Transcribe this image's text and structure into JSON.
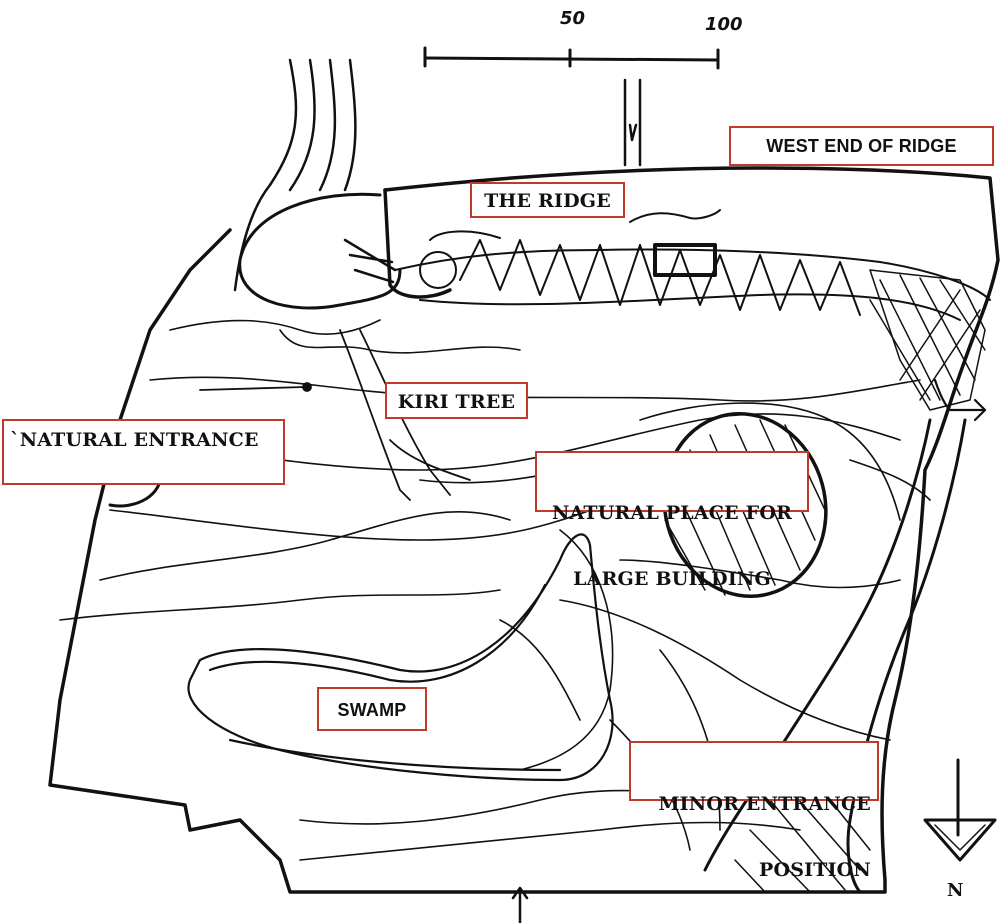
{
  "map": {
    "scale": {
      "tick_mid": "50",
      "tick_end": "100"
    },
    "north": {
      "letter": "N"
    },
    "labels": {
      "west_end_of_ridge": "WEST END OF RIDGE",
      "the_ridge": "THE RIDGE",
      "kiri_tree": "KIRI TREE",
      "natural_entrance": "`NATURAL ENTRANCE",
      "natural_place_line1": "NATURAL PLACE FOR",
      "natural_place_line2": "LARGE BUILDING",
      "swamp": "SWAMP",
      "minor_entrance_line1": "MINOR ENTRANCE",
      "minor_entrance_line2": "POSITION"
    },
    "colors": {
      "ink": "#111111",
      "label_border": "#c0392b",
      "paper": "#ffffff"
    }
  }
}
